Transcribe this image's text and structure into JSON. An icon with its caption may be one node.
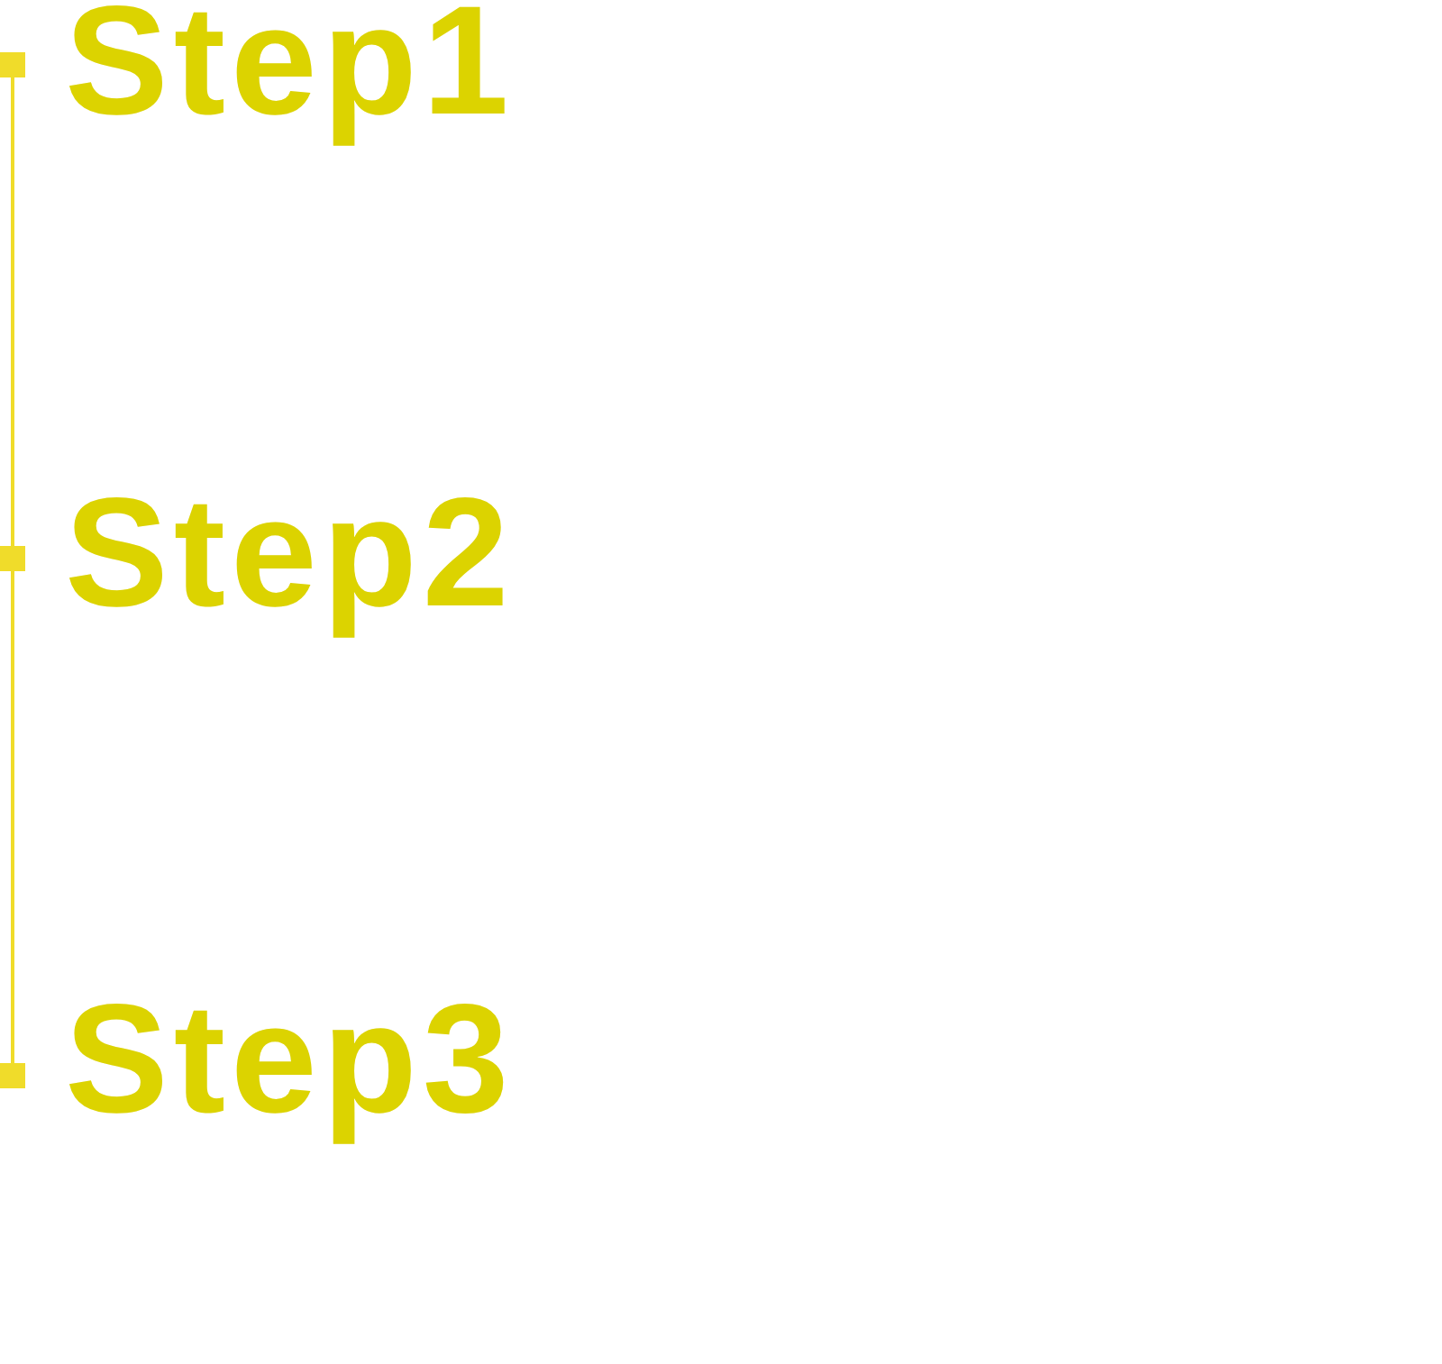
{
  "diagram": {
    "nodes": [
      {
        "text": [],
        "shape": "box",
        "beside": [
          "Step1"
        ]
      },
      {
        "text": [],
        "shape": "box",
        "beside": [
          "Step2"
        ]
      },
      {
        "text": [],
        "shape": "box",
        "beside": [
          "Step3"
        ]
      }
    ],
    "edges": [
      {
        "from": 0,
        "to": 1,
        "arrow": "none"
      },
      {
        "from": 1,
        "to": 2,
        "arrow": "none"
      }
    ]
  }
}
